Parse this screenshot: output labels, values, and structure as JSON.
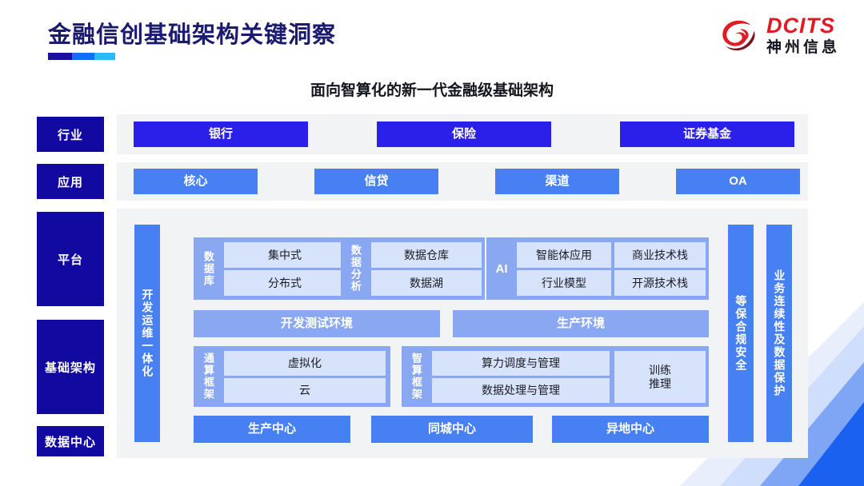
{
  "header": {
    "title": "金融信创基础架构关键洞察",
    "subtitle": "面向智算化的新一代金融级基础架构",
    "logo_en": "DCITS",
    "logo_cn": "神州信息",
    "accent_navy": "#1a1a6e",
    "accent_blue": "#156bf5",
    "accent_cyan": "#2bbbf0",
    "logo_red": "#e01b24"
  },
  "side_labels": [
    {
      "label": "行业"
    },
    {
      "label": "应用"
    },
    {
      "label": "平台"
    },
    {
      "label": "基础架构"
    },
    {
      "label": "数据中心"
    }
  ],
  "industry_row": [
    {
      "label": "银行"
    },
    {
      "label": "保险"
    },
    {
      "label": "证券基金"
    }
  ],
  "application_row": [
    {
      "label": "核心"
    },
    {
      "label": "信贷"
    },
    {
      "label": "渠道"
    },
    {
      "label": "OA"
    }
  ],
  "devops_bar": {
    "label": "开发运维一体化"
  },
  "right_bars": [
    {
      "label": "等保合规安全"
    },
    {
      "label": "业务连续性及数据保护"
    }
  ],
  "platform": {
    "database": {
      "label": "数据库",
      "items": [
        {
          "label": "集中式"
        },
        {
          "label": "分布式"
        }
      ]
    },
    "analytics": {
      "label": "数据分析",
      "items": [
        {
          "label": "数据仓库"
        },
        {
          "label": "数据湖"
        }
      ]
    },
    "ai": {
      "label": "AI",
      "items": [
        {
          "label": "智能体应用"
        },
        {
          "label": "商业技术栈"
        },
        {
          "label": "行业模型"
        },
        {
          "label": "开源技术栈"
        }
      ]
    }
  },
  "environments": [
    {
      "label": "开发测试环境"
    },
    {
      "label": "生产环境"
    }
  ],
  "infrastructure": {
    "general_compute": {
      "label": "通算框架",
      "items": [
        {
          "label": "虚拟化"
        },
        {
          "label": "云"
        }
      ]
    },
    "intelligent_compute": {
      "label": "智算框架",
      "items": [
        {
          "label": "算力调度与管理"
        },
        {
          "label": "数据处理与管理"
        }
      ]
    },
    "train_infer": {
      "label": "训练\n推理",
      "line1": "训练",
      "line2": "推理"
    }
  },
  "datacenter_row": [
    {
      "label": "生产中心"
    },
    {
      "label": "同城中心"
    },
    {
      "label": "异地中心"
    }
  ],
  "colors": {
    "label_navy": "#1209a0",
    "dark_blue": "#2a20ea",
    "mid_blue": "#4680f3",
    "group_blue": "#8aa8f2",
    "inner_blue": "#d7e3fb",
    "panel_gray": "#f2f3f5"
  }
}
